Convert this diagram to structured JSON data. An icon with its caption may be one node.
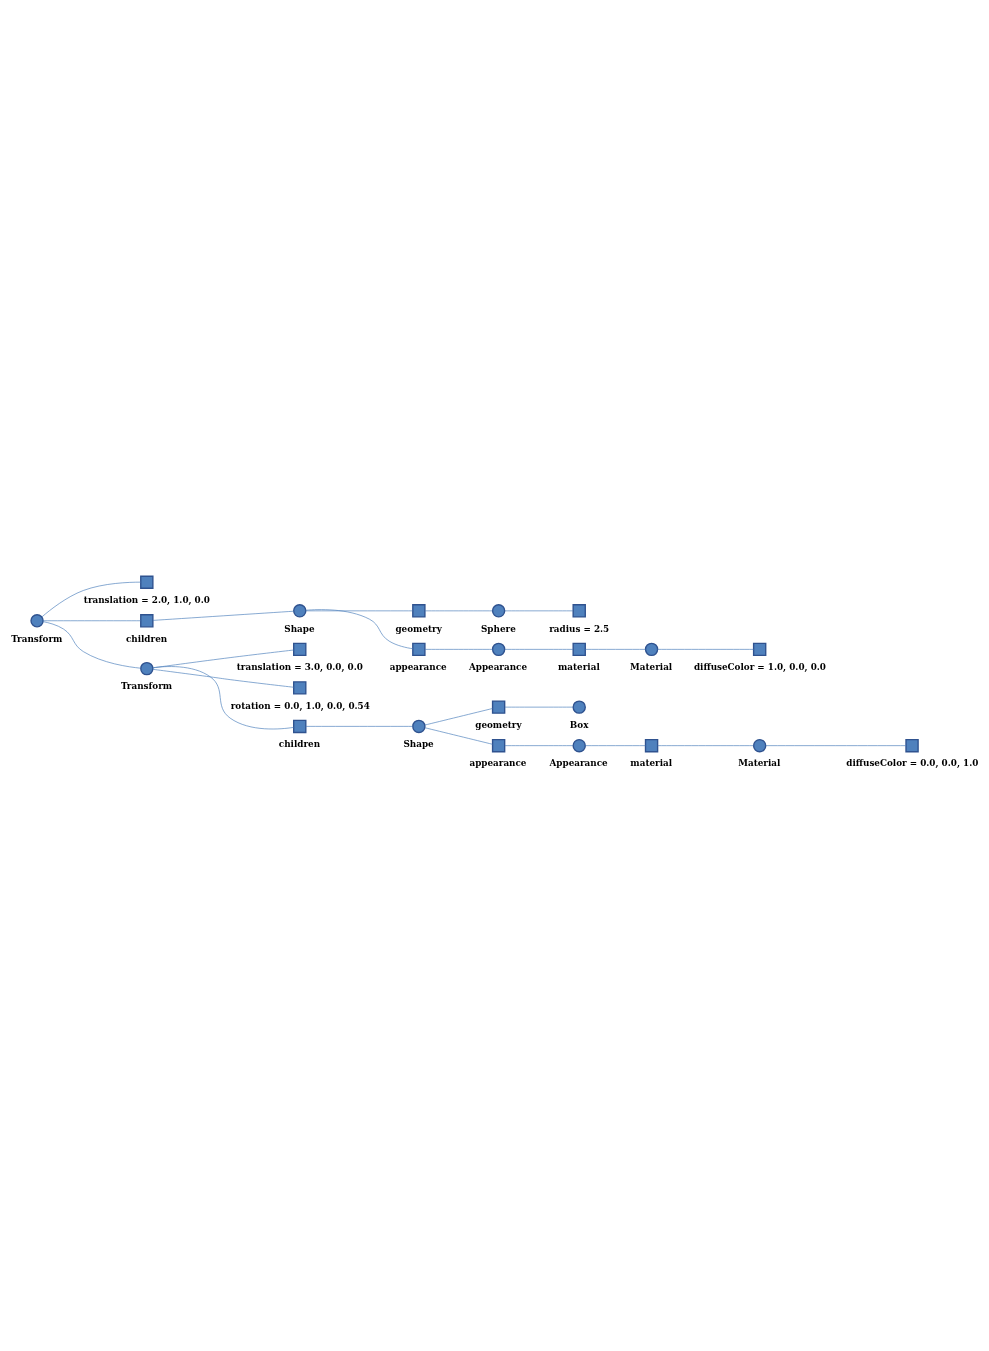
{
  "diagram": {
    "nodes": [
      {
        "text": [],
        "shape": "circle",
        "beside": [
          "Transform"
        ]
      },
      {
        "text": [],
        "shape": "box",
        "beside": [
          "translation = 2.0, 1.0, 0.0"
        ]
      },
      {
        "text": [],
        "shape": "box",
        "beside": [
          "children"
        ]
      },
      {
        "text": [],
        "shape": "circle",
        "beside": [
          "Shape"
        ]
      },
      {
        "text": [],
        "shape": "box",
        "beside": [
          "geometry"
        ]
      },
      {
        "text": [],
        "shape": "circle",
        "beside": [
          "Sphere"
        ]
      },
      {
        "text": [],
        "shape": "box",
        "beside": [
          "radius = 2.5"
        ]
      },
      {
        "text": [],
        "shape": "box",
        "beside": [
          "appearance"
        ]
      },
      {
        "text": [],
        "shape": "circle",
        "beside": [
          "Appearance"
        ]
      },
      {
        "text": [],
        "shape": "box",
        "beside": [
          "material"
        ]
      },
      {
        "text": [],
        "shape": "circle",
        "beside": [
          "Material"
        ]
      },
      {
        "text": [],
        "shape": "box",
        "beside": [
          "diffuseColor = 1.0, 0.0, 0.0"
        ]
      },
      {
        "text": [],
        "shape": "circle",
        "beside": [
          "Transform"
        ]
      },
      {
        "text": [],
        "shape": "box",
        "beside": [
          "translation = 3.0, 0.0, 0.0"
        ]
      },
      {
        "text": [],
        "shape": "box",
        "beside": [
          "rotation = 0.0, 1.0, 0.0, 0.54"
        ]
      },
      {
        "text": [],
        "shape": "box",
        "beside": [
          "children"
        ]
      },
      {
        "text": [],
        "shape": "circle",
        "beside": [
          "Shape"
        ]
      },
      {
        "text": [],
        "shape": "box",
        "beside": [
          "geometry"
        ]
      },
      {
        "text": [],
        "shape": "circle",
        "beside": [
          "Box"
        ]
      },
      {
        "text": [],
        "shape": "box",
        "beside": [
          "appearance"
        ]
      },
      {
        "text": [],
        "shape": "circle",
        "beside": [
          "Appearance"
        ]
      },
      {
        "text": [],
        "shape": "box",
        "beside": [
          "material"
        ]
      },
      {
        "text": [],
        "shape": "circle",
        "beside": [
          "Material"
        ]
      },
      {
        "text": [],
        "shape": "box",
        "beside": [
          "diffuseColor = 0.0, 0.0, 1.0"
        ]
      }
    ],
    "edges": [
      {
        "from": 0,
        "to": 1,
        "arrow": "none"
      },
      {
        "from": 0,
        "to": 2,
        "arrow": "none"
      },
      {
        "from": 2,
        "to": 3,
        "arrow": "none"
      },
      {
        "from": 3,
        "to": 4,
        "arrow": "none"
      },
      {
        "from": 4,
        "to": 5,
        "arrow": "none"
      },
      {
        "from": 5,
        "to": 6,
        "arrow": "none"
      },
      {
        "from": 3,
        "to": 7,
        "arrow": "none"
      },
      {
        "from": 7,
        "to": 8,
        "arrow": "none"
      },
      {
        "from": 8,
        "to": 9,
        "arrow": "none"
      },
      {
        "from": 9,
        "to": 10,
        "arrow": "none"
      },
      {
        "from": 10,
        "to": 11,
        "arrow": "none"
      },
      {
        "from": 0,
        "to": 12,
        "arrow": "none"
      },
      {
        "from": 12,
        "to": 13,
        "arrow": "none"
      },
      {
        "from": 12,
        "to": 14,
        "arrow": "none"
      },
      {
        "from": 12,
        "to": 15,
        "arrow": "none"
      },
      {
        "from": 15,
        "to": 16,
        "arrow": "none"
      },
      {
        "from": 16,
        "to": 17,
        "arrow": "none"
      },
      {
        "from": 17,
        "to": 18,
        "arrow": "none"
      },
      {
        "from": 16,
        "to": 19,
        "arrow": "none"
      },
      {
        "from": 19,
        "to": 20,
        "arrow": "none"
      },
      {
        "from": 20,
        "to": 21,
        "arrow": "none"
      },
      {
        "from": 21,
        "to": 22,
        "arrow": "none"
      },
      {
        "from": 22,
        "to": 23,
        "arrow": "none"
      }
    ]
  }
}
